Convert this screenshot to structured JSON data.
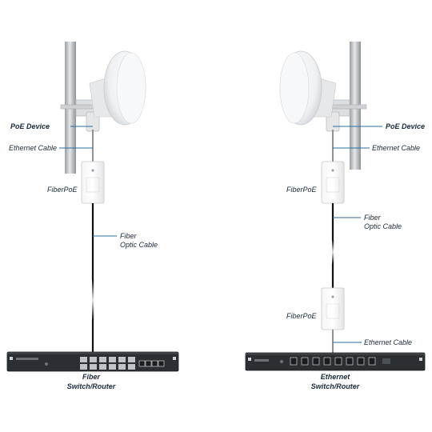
{
  "left": {
    "poe_device": "PoE Device",
    "ethernet_cable": "Ethernet Cable",
    "fiberpoe": "FiberPoE",
    "fiber_optic_line1": "Fiber",
    "fiber_optic_line2": "Optic Cable",
    "switch_line1": "Fiber",
    "switch_line2": "Switch/Router"
  },
  "right": {
    "poe_device": "PoE Device",
    "ethernet_cable_top": "Ethernet Cable",
    "fiberpoe_top": "FiberPoE",
    "fiber_optic_line1": "Fiber",
    "fiber_optic_line2": "Optic Cable",
    "fiberpoe_bottom": "FiberPoE",
    "ethernet_cable_bottom": "Ethernet Cable",
    "switch_line1": "Ethernet",
    "switch_line2": "Switch/Router"
  },
  "colors": {
    "label_text": "#1a2a3a",
    "leader_line": "#2a6fa0",
    "cable": "#111111",
    "device_body": "#2b2f33"
  }
}
